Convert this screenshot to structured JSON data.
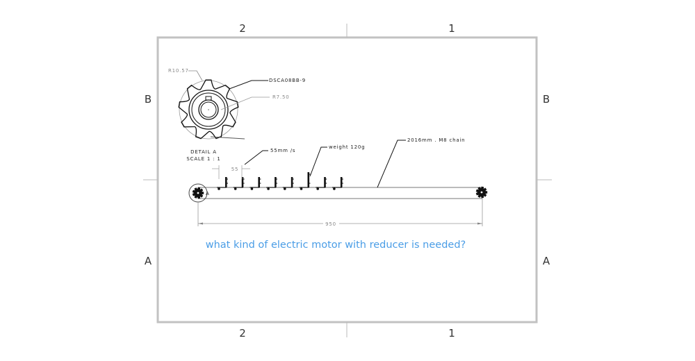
{
  "sheet": {
    "zones_top": [
      "2",
      "1"
    ],
    "zones_bottom": [
      "2",
      "1"
    ],
    "zones_left": [
      "B",
      "A"
    ],
    "zones_right": [
      "B",
      "A"
    ]
  },
  "detail": {
    "title": "DETAIL A",
    "scale": "SCALE 1 : 1",
    "radius_outer": "R10.57",
    "radius_inner": "R7.50",
    "part_number": "DSCA08BB-9"
  },
  "conveyor": {
    "speed_label": "55mm /s",
    "pitch_dim": "55",
    "weight_label": "weight 120g",
    "chain_label": "2016mm . M8 chain",
    "length_dim": "950",
    "detail_marker": "A",
    "attachment_count": 8
  },
  "question": "what kind of electric motor with reducer is needed?",
  "colors": {
    "border": "#c0c0c0",
    "question": "#4a9de6",
    "line": "#111111"
  }
}
